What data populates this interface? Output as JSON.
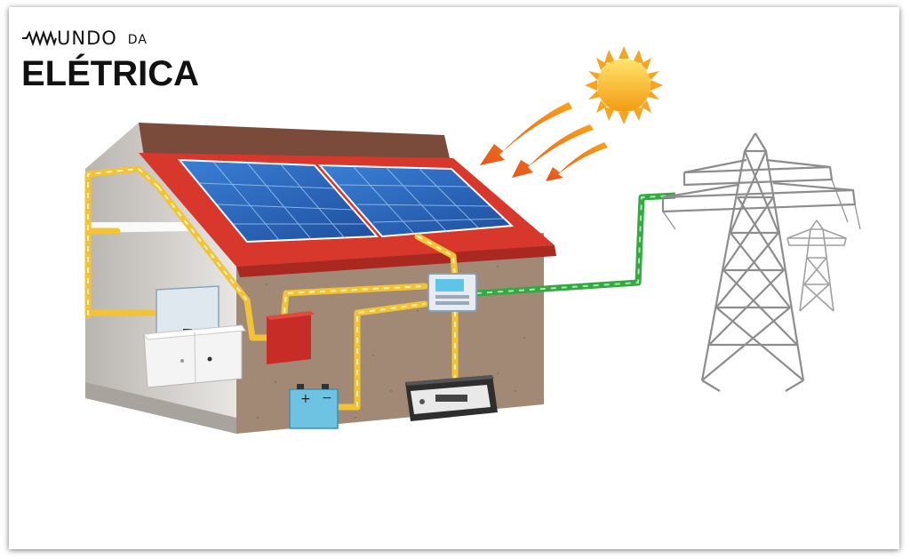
{
  "logo": {
    "top_word": "UNDO",
    "top_word2": "DA",
    "bottom_word": "ELÉTRICA"
  },
  "colors": {
    "roof": "#d9382c",
    "wall_front": "#9c8370",
    "wall_side": "#bca99a",
    "wire_dc": "#f3c534",
    "wire_grid": "#3bb54a",
    "panel": "#2a63b7",
    "sun": "#f5b515"
  },
  "icons": [
    "sine-wave-icon",
    "sun-icon",
    "solar-panel-icon",
    "transmission-tower-icon",
    "battery-icon",
    "inverter-icon",
    "charge-controller-icon",
    "breaker-box-icon",
    "tv-icon"
  ]
}
